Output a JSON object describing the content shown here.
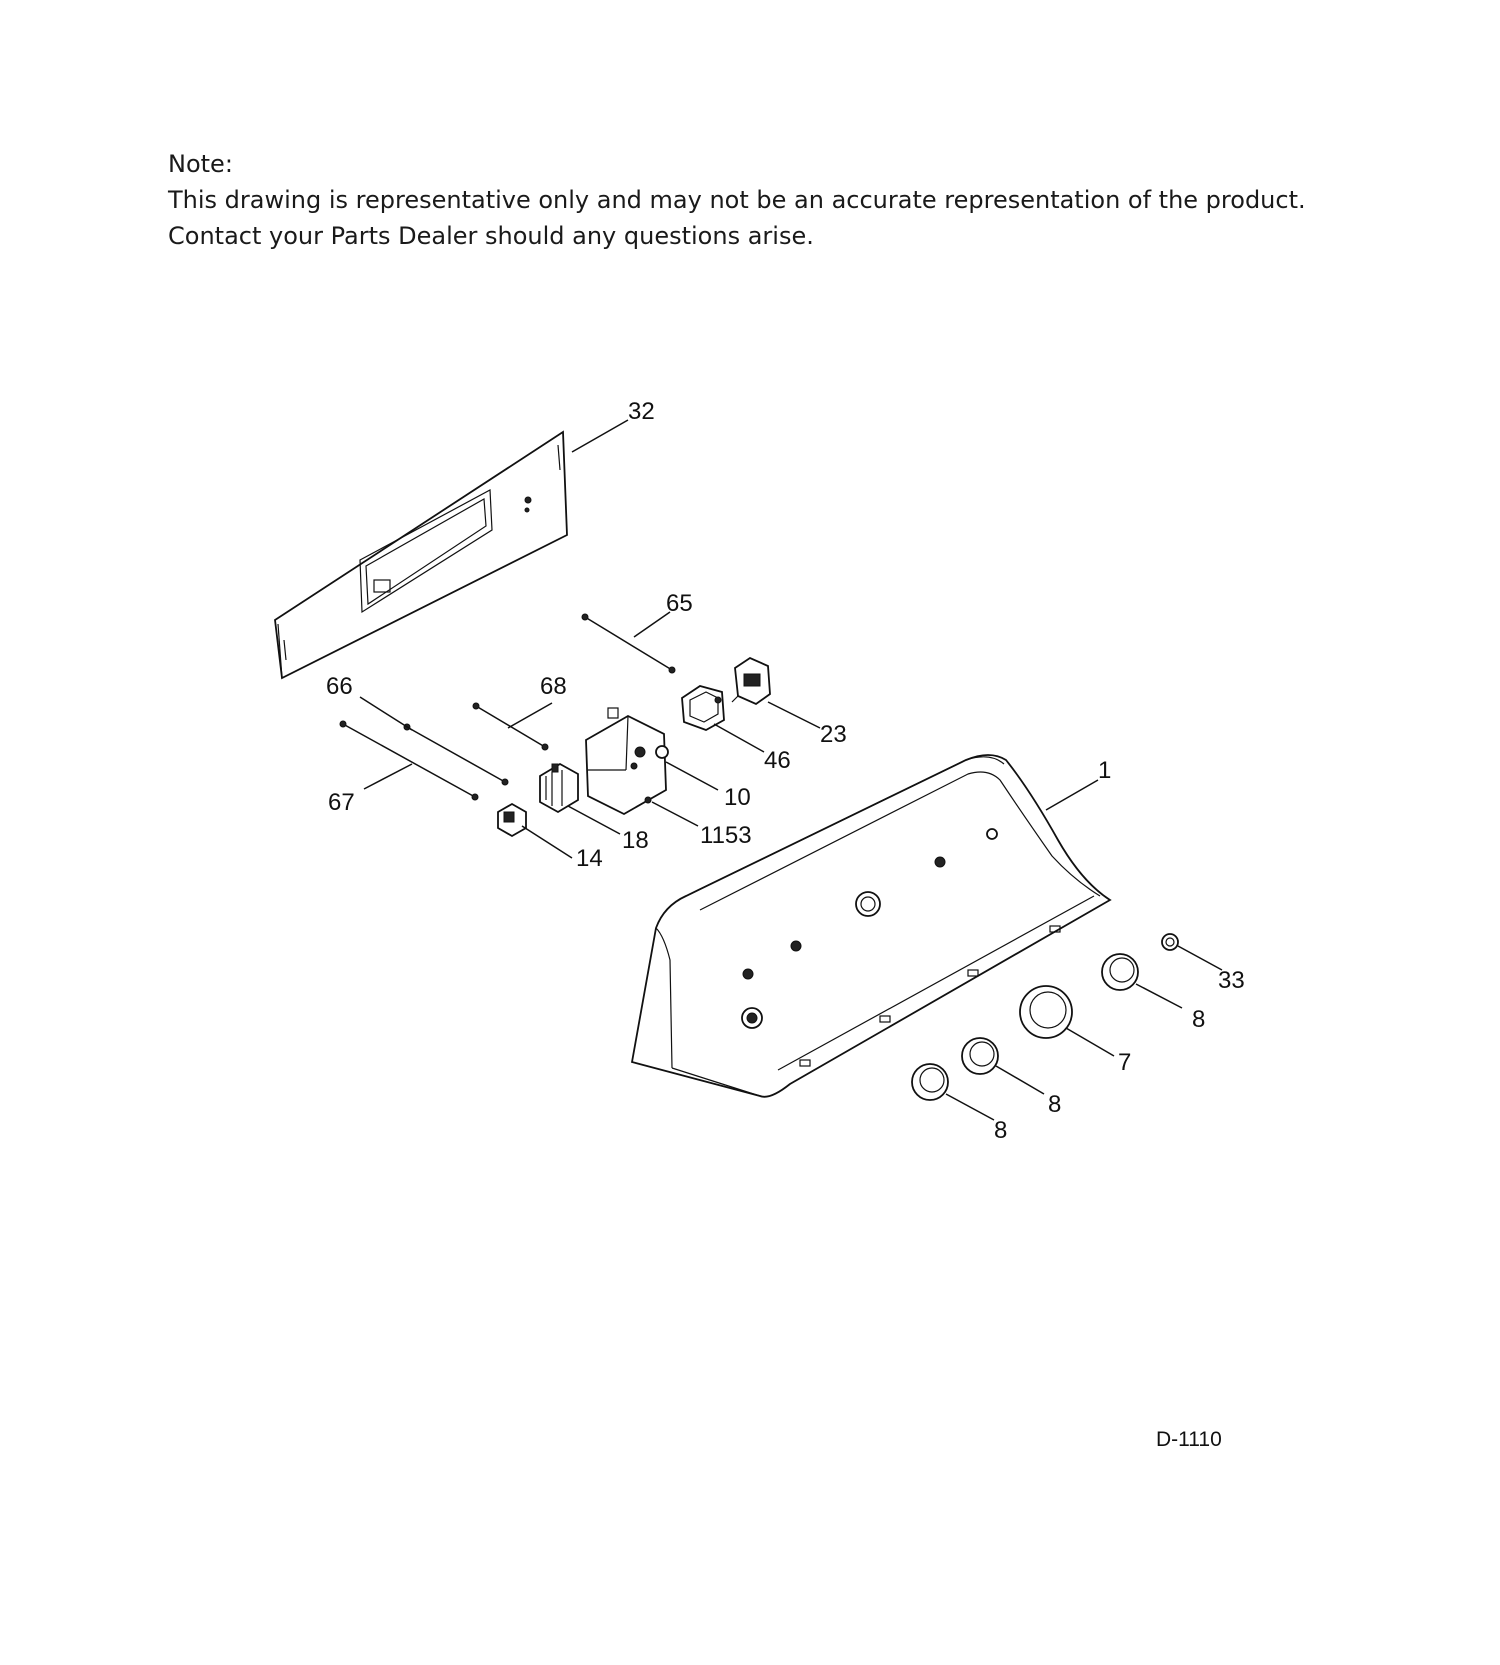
{
  "note": {
    "heading": "Note:",
    "line1": "This drawing is representative only and may not be an accurate representation of the product.",
    "line2": "Contact your Parts Dealer should any questions arise."
  },
  "callouts": {
    "c32": "32",
    "c65": "65",
    "c66": "66",
    "c68": "68",
    "c67": "67",
    "c23": "23",
    "c46": "46",
    "c10": "10",
    "c18": "18",
    "c14": "14",
    "c1153": "1153",
    "c1": "1",
    "c33": "33",
    "c8a": "8",
    "c7": "7",
    "c8b": "8",
    "c8c": "8"
  },
  "drawing_code": "D-1110"
}
